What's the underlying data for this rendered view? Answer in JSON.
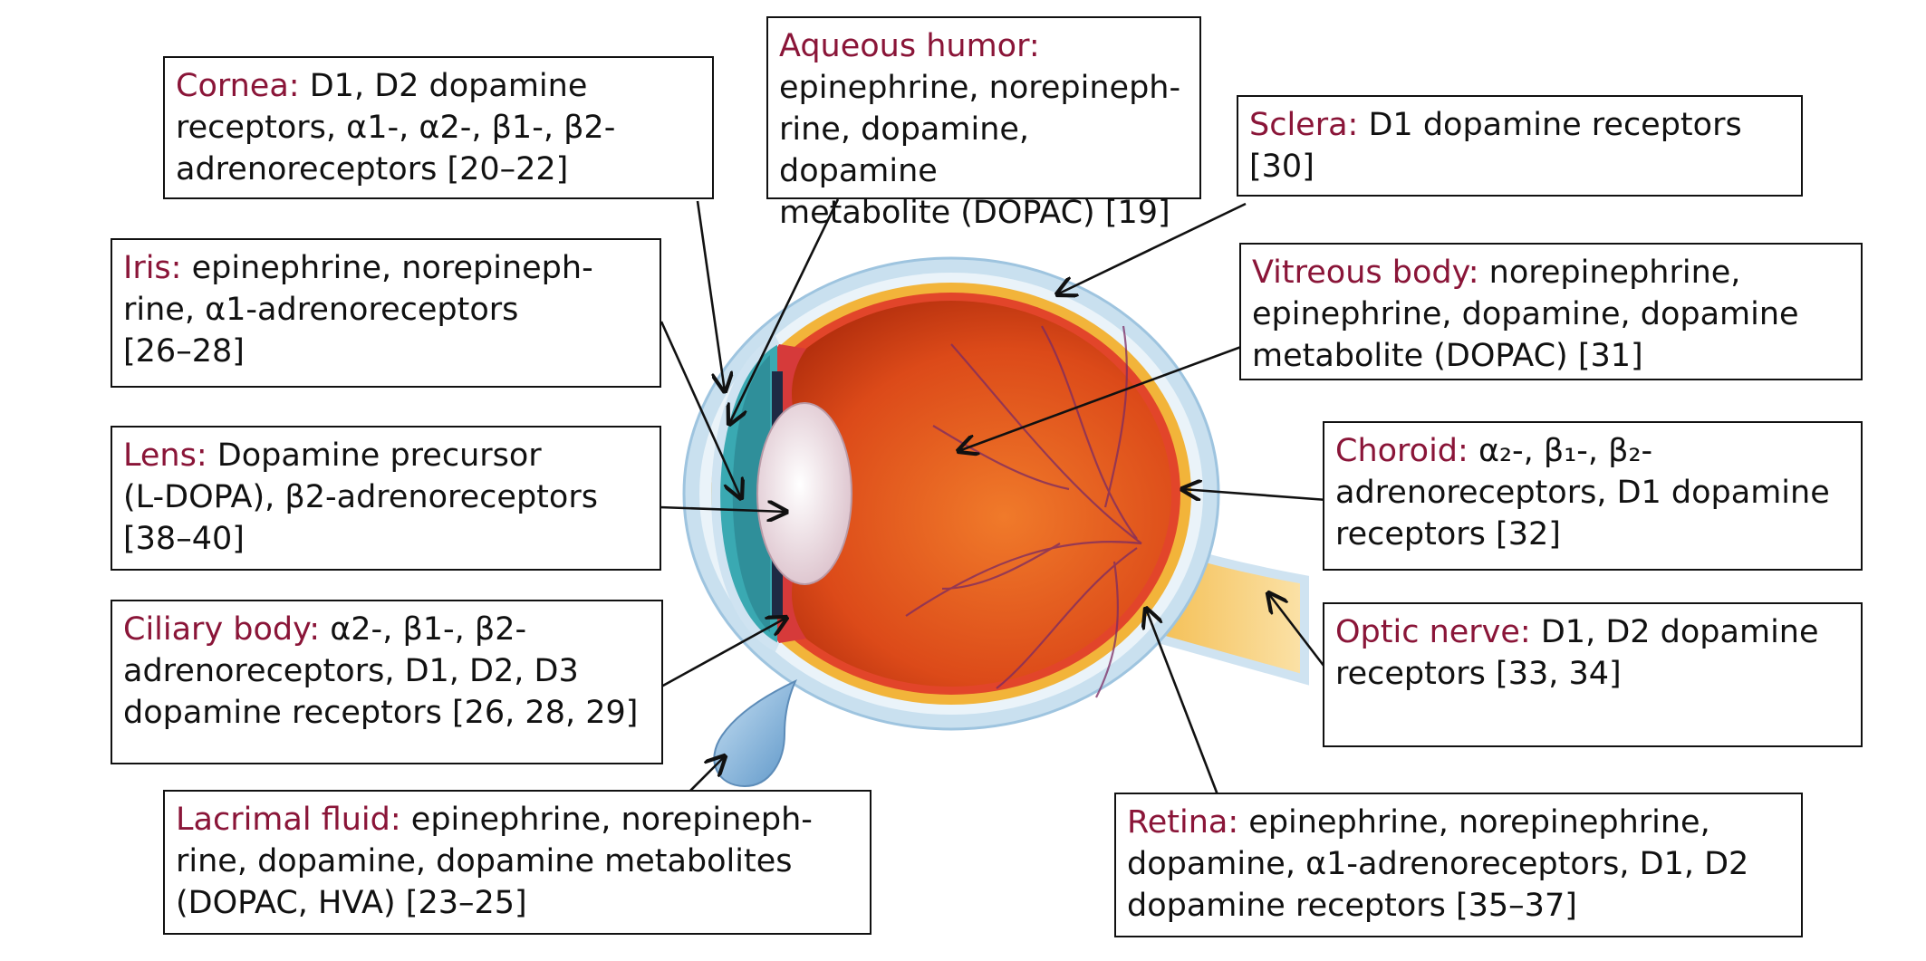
{
  "colors": {
    "label": "#8a1538",
    "text": "#111111",
    "border": "#111111",
    "eyeball": "#e0501c",
    "sclera": "#c9e0ef",
    "choroid": "#f2b43a",
    "lens": "#efe1e6",
    "iris": "#2aa0a8",
    "tear": "#7fb2dc"
  },
  "boxes": {
    "cornea": {
      "label": "Cornea:",
      "lines": [
        " D1, D2 dopamine",
        "receptors, α1-, α2-, β1-, β2-",
        "adrenoreceptors [20–22]"
      ]
    },
    "aqueous": {
      "label": "Aqueous humor:",
      "lines": [
        "",
        "epinephrine, norepineph-",
        "rine, dopamine, dopamine",
        "metabolite (DOPAC) [19]"
      ]
    },
    "sclera": {
      "label": "Sclera:",
      "lines": [
        " D1 dopamine receptors",
        "[30]"
      ]
    },
    "iris": {
      "label": "Iris:",
      "lines": [
        " epinephrine, norepineph-",
        "rine, α1-adrenoreceptors",
        "[26–28]"
      ]
    },
    "vitreous": {
      "label": "Vitreous body:",
      "lines": [
        " norepinephrine,",
        "epinephrine, dopamine, dopamine",
        "metabolite (DOPAC) [31]"
      ]
    },
    "lens": {
      "label": "Lens:",
      "lines": [
        " Dopamine precursor",
        "(L-DOPA), β2-adrenoreceptors",
        "[38–40]"
      ]
    },
    "choroid": {
      "label": "Choroid:",
      "lines": [
        " α₂-, β₁-, β₂-",
        "adrenoreceptors, D1 dopamine",
        "receptors [32]"
      ]
    },
    "ciliary": {
      "label": "Ciliary body:",
      "lines": [
        " α2-, β1-, β2-",
        "adrenoreceptors, D1, D2, D3",
        "dopamine receptors [26, 28, 29]"
      ]
    },
    "optic": {
      "label": "Optic nerve:",
      "lines": [
        " D1, D2 dopamine",
        "receptors [33, 34]"
      ]
    },
    "lacrimal": {
      "label": "Lacrimal fluid:",
      "lines": [
        " epinephrine, norepineph-",
        "rine, dopamine, dopamine metabolites",
        "(DOPAC, HVA) [23–25]"
      ]
    },
    "retina": {
      "label": "Retina:",
      "lines": [
        " epinephrine, norepinephrine,",
        "dopamine, α1-adrenoreceptors, D1, D2",
        "dopamine receptors [35–37]"
      ]
    }
  }
}
